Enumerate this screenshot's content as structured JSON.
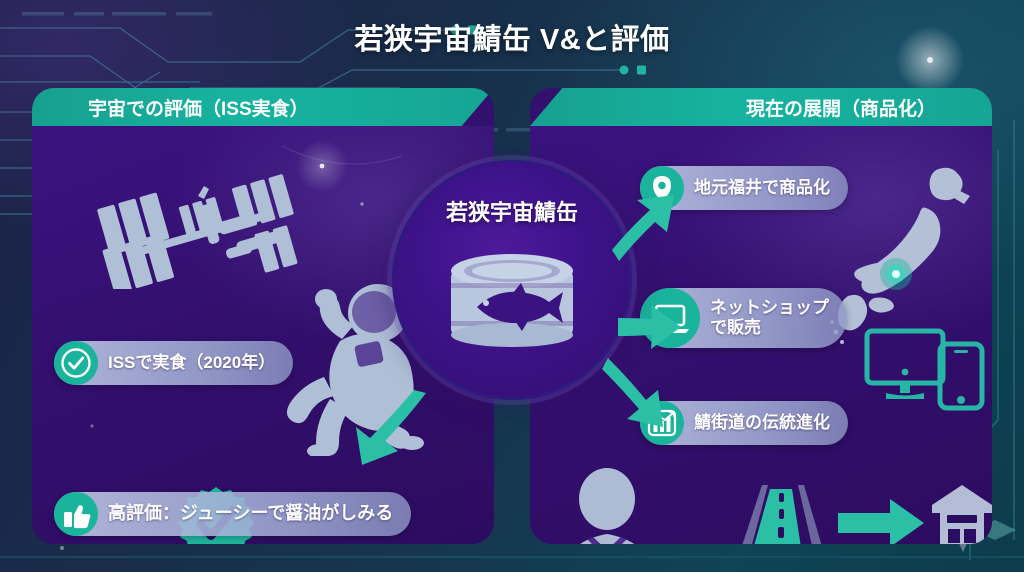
{
  "page": {
    "title": "若狭宇宙鯖缶 V&と評価",
    "background_colors": {
      "header_strip": "#14384f",
      "panel": "#33106e",
      "accent_teal": "#1ab39c",
      "pill_lavender": "#b9c3e1",
      "figure_gray": "#adbbd4"
    }
  },
  "left_panel": {
    "header": "宇宙での評価（ISS実食）",
    "figures": [
      {
        "name": "iss-station",
        "label": "ISS"
      },
      {
        "name": "astronaut",
        "label": "宇宙飛行士"
      },
      {
        "name": "verified-badge",
        "label": "認証バッジ"
      }
    ],
    "items": [
      {
        "icon": "check-circle-icon",
        "text": "ISSで実食（2020年）",
        "accent": "#1ab39c"
      },
      {
        "icon": "thumbs-up-icon",
        "text": "高評価：ジューシーで醤油がしみる",
        "accent": "#1ab39c"
      }
    ]
  },
  "center": {
    "label": "若狭宇宙鯖缶",
    "illustration": "canned-mackerel"
  },
  "right_panel": {
    "header": "現在の展開（商品化）",
    "figures": [
      {
        "name": "japan-map",
        "label": "日本地図（福井）"
      },
      {
        "name": "devices",
        "label": "PC・スマートフォン"
      },
      {
        "name": "businessman",
        "label": "ビジネスマン"
      },
      {
        "name": "road-to-warehouse",
        "label": "鯖街道から工場へ"
      }
    ],
    "items": [
      {
        "icon": "map-pin-icon",
        "text": "地元福井で商品化",
        "accent": "#1ab39c"
      },
      {
        "icon": "laptop-icon",
        "text": "ネットショップ\nで販売",
        "accent": "#1ab39c"
      },
      {
        "icon": "growth-chart-icon",
        "text": "鯖街道の伝統進化",
        "accent": "#1ab39c"
      }
    ]
  }
}
